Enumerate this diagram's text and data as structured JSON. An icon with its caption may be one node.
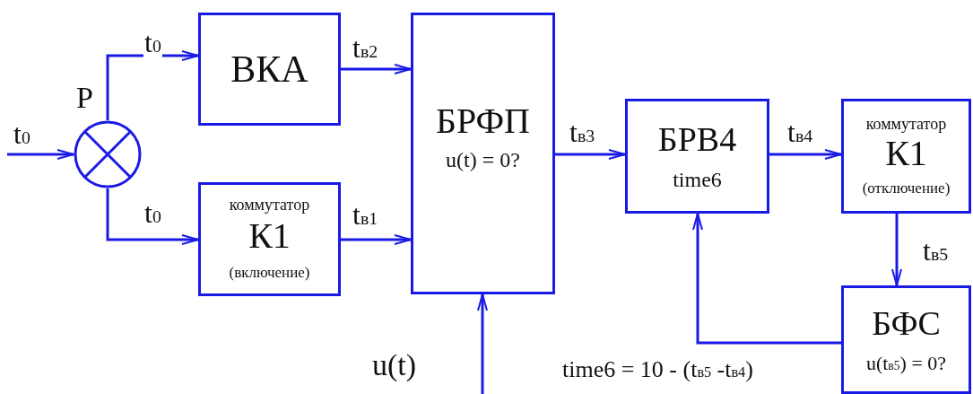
{
  "diagram": {
    "nodes": [
      {
        "text": [],
        "shape": "circle",
        "beside": [
          "P"
        ]
      },
      {
        "text": [
          "ВКА"
        ]
      },
      {
        "text": [
          "коммутатор",
          "К1",
          "(включение)"
        ]
      },
      {
        "text": [
          "БРФП",
          "u(t) = 0?"
        ]
      },
      {
        "text": [
          "БРВ4",
          "time6"
        ]
      },
      {
        "text": [
          "коммутатор",
          "К1",
          "(отключение)"
        ]
      },
      {
        "text": [
          "БФС",
          "u(t$_{в5}$) = 0?"
        ]
      }
    ],
    "edges": [
      {
        "from": null,
        "to": 0,
        "arrow": "to",
        "label": "t$_{0}$"
      },
      {
        "from": 0,
        "to": 1,
        "arrow": "to",
        "label": "t$_{0}$"
      },
      {
        "from": 0,
        "to": 2,
        "arrow": "to",
        "label": "t$_{0}$"
      },
      {
        "from": 1,
        "to": 3,
        "arrow": "to",
        "label": "t$_{в2}$"
      },
      {
        "from": 2,
        "to": 3,
        "arrow": "to",
        "label": "t$_{в1}$"
      },
      {
        "from": null,
        "to": 3,
        "arrow": "to",
        "label": "u(t)"
      },
      {
        "from": 3,
        "to": 4,
        "arrow": "to",
        "label": "t$_{в3}$"
      },
      {
        "from": 4,
        "to": 5,
        "arrow": "to",
        "label": "t$_{в4}$"
      },
      {
        "from": 5,
        "to": 6,
        "arrow": "to",
        "label": "t$_{в5}$"
      },
      {
        "from": 6,
        "to": 4,
        "arrow": "to",
        "label": "time6 = 10 - (t$_{в5}$ -t$_{в4}$)"
      }
    ]
  }
}
